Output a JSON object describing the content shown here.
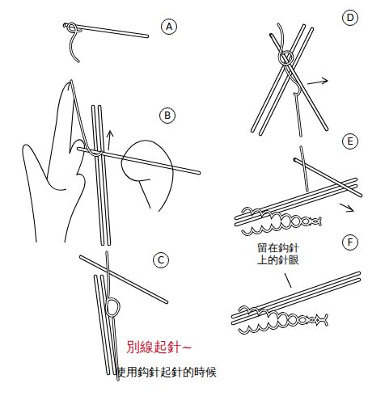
{
  "diagram": {
    "caption": "使用鈎針起針的時候",
    "nodes": [
      {
        "text": [
          "A"
        ]
      },
      {
        "text": [
          "B"
        ]
      },
      {
        "text": [
          "C"
        ]
      },
      {
        "text": [
          "D"
        ]
      },
      {
        "text": [
          "E"
        ]
      },
      {
        "text": [
          "F"
        ]
      }
    ],
    "labels": [
      "留在鈎針上的針眼",
      "別線起針~"
    ]
  }
}
